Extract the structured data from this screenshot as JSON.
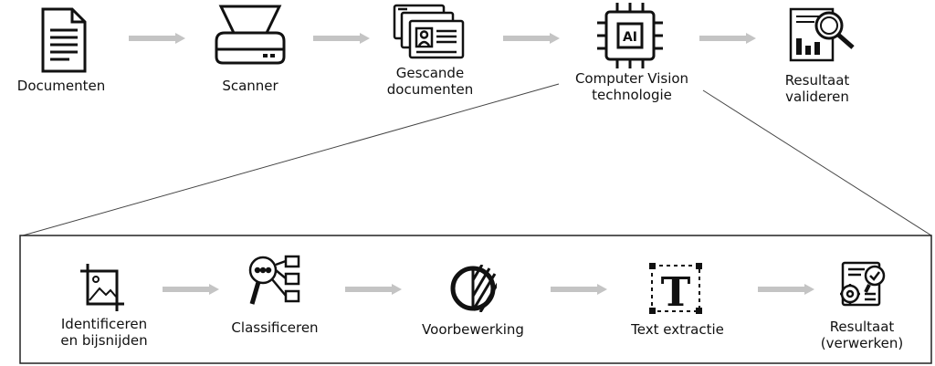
{
  "top_flow": {
    "steps": [
      {
        "icon": "document-icon",
        "lines": [
          "Documenten"
        ]
      },
      {
        "icon": "scanner-icon",
        "lines": [
          "Scanner"
        ]
      },
      {
        "icon": "scanned-documents-icon",
        "lines": [
          "Gescande",
          "documenten"
        ]
      },
      {
        "icon": "ai-chip-icon",
        "lines": [
          "Computer Vision",
          "technologie"
        ]
      },
      {
        "icon": "result-search-icon",
        "lines": [
          "Resultaat",
          "valideren"
        ]
      }
    ]
  },
  "detail_flow": {
    "steps": [
      {
        "icon": "crop-image-icon",
        "lines": [
          "Identificeren",
          "en bijsnijden"
        ]
      },
      {
        "icon": "classify-icon",
        "lines": [
          "Classificeren"
        ]
      },
      {
        "icon": "contrast-icon",
        "lines": [
          "Voorbewerking"
        ]
      },
      {
        "icon": "text-extract-icon",
        "lines": [
          "Text extractie"
        ]
      },
      {
        "icon": "process-result-icon",
        "lines": [
          "Resultaat",
          "(verwerken)"
        ]
      }
    ]
  },
  "colors": {
    "arrow": "#c4c4c4",
    "ink": "#111111",
    "frame": "#222222"
  }
}
